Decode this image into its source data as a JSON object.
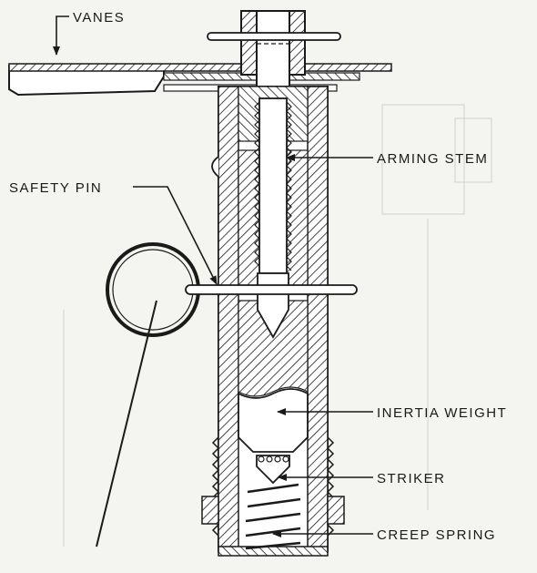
{
  "labels": {
    "vanes": "VANES",
    "arming_stem": "ARMING STEM",
    "safety_pin": "SAFETY PIN",
    "inertia_weight": "INERTIA WEIGHT",
    "striker": "STRIKER",
    "creep_spring": "CREEP SPRING"
  }
}
